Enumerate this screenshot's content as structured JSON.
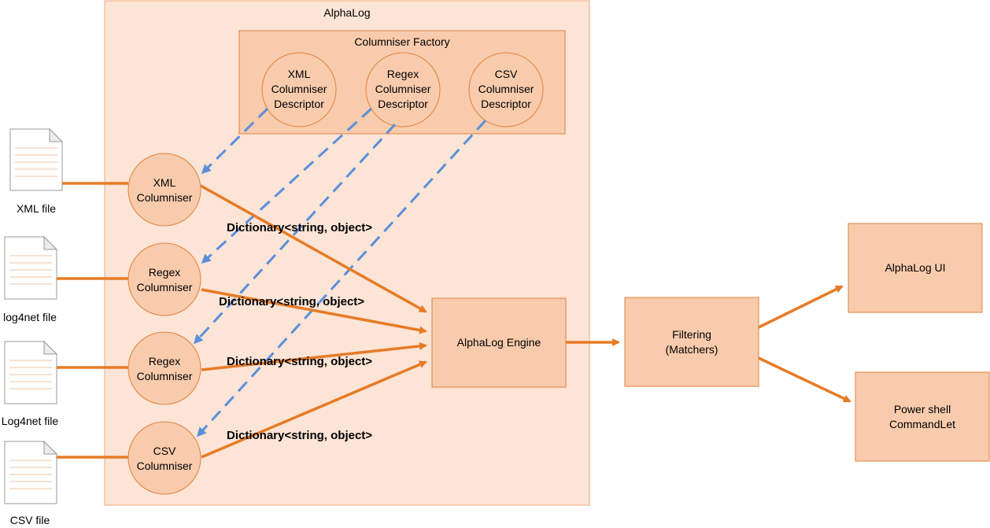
{
  "container": {
    "title": "AlphaLog"
  },
  "factory": {
    "title": "Columniser Factory",
    "descriptors": [
      {
        "lines": [
          "XML",
          "Columniser",
          "Descriptor"
        ]
      },
      {
        "lines": [
          "Regex",
          "Columniser",
          "Descriptor"
        ]
      },
      {
        "lines": [
          "CSV",
          "Columniser",
          "Descriptor"
        ]
      }
    ]
  },
  "files": [
    {
      "label": "XML file"
    },
    {
      "label": "log4net file"
    },
    {
      "label": "Log4net file"
    },
    {
      "label": "CSV file"
    }
  ],
  "columnisers": [
    {
      "lines": [
        "XML",
        "Columniser"
      ]
    },
    {
      "lines": [
        "Regex",
        "Columniser"
      ]
    },
    {
      "lines": [
        "Regex",
        "Columniser"
      ]
    },
    {
      "lines": [
        "CSV",
        "Columniser"
      ]
    }
  ],
  "edge_labels": [
    "Dictionary<string, object>",
    "Dictionary<string, object>",
    "Dictionary<string, object>",
    "Dictionary<string, object>"
  ],
  "engine": {
    "label": "AlphaLog Engine"
  },
  "filtering": {
    "lines": [
      "Filtering",
      "(Matchers)"
    ]
  },
  "ui": {
    "label": "AlphaLog UI"
  },
  "powershell": {
    "lines": [
      "Power shell",
      "CommandLet"
    ]
  },
  "colors": {
    "container_fill": "#fce4d6",
    "node_fill": "#f8cbad",
    "node_stroke": "#e2813a",
    "data_flow_arrow": "#e67b25",
    "factory_arrow": "#5b8fd8"
  }
}
